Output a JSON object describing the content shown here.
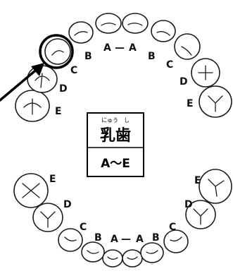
{
  "upper_labels": {
    "left": [
      "E",
      "D",
      "C",
      "B",
      "A"
    ],
    "sep": "—",
    "right": [
      "A",
      "B",
      "C",
      "D",
      "E"
    ]
  },
  "lower_labels": {
    "left": [
      "E",
      "D",
      "C",
      "B",
      "A"
    ],
    "sep": "—",
    "right": [
      "A",
      "B",
      "C",
      "D",
      "E"
    ]
  },
  "center_box": {
    "ruby": "にゅう　し",
    "title": "乳歯",
    "range": "A～E"
  },
  "highlight": {
    "circle_color": "#000000",
    "arrow_color": "#000000"
  }
}
